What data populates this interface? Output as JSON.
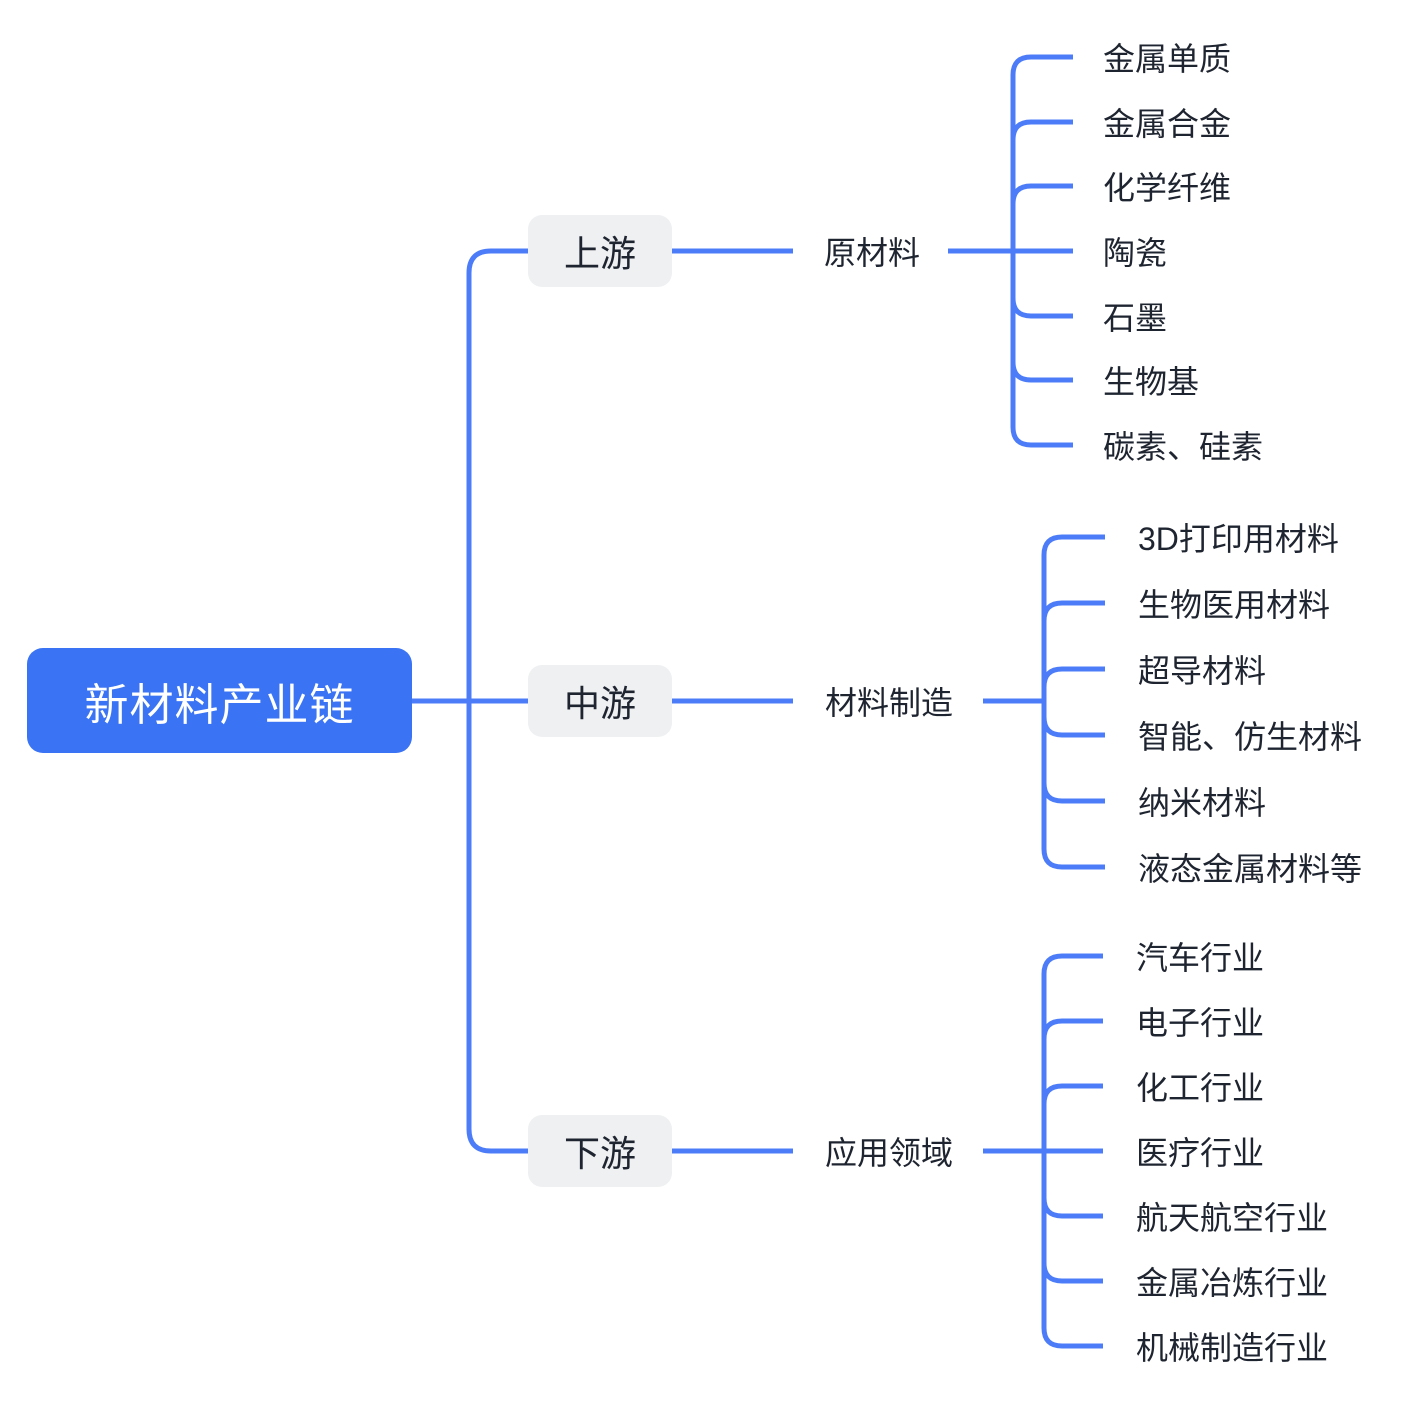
{
  "mindmap": {
    "root": "新材料产业链",
    "branches": [
      {
        "node": "上游",
        "category": "原材料",
        "leaves": [
          "金属单质",
          "金属合金",
          "化学纤维",
          "陶瓷",
          "石墨",
          "生物基",
          "碳素、硅素"
        ]
      },
      {
        "node": "中游",
        "category": "材料制造",
        "leaves": [
          "3D打印用材料",
          "生物医用材料",
          "超导材料",
          "智能、仿生材料",
          "纳米材料",
          "液态金属材料等"
        ]
      },
      {
        "node": "下游",
        "category": "应用领域",
        "leaves": [
          "汽车行业",
          "电子行业",
          "化工行业",
          "医疗行业",
          "航天航空行业",
          "金属冶炼行业",
          "机械制造行业"
        ]
      }
    ]
  },
  "colors": {
    "root_bg": "#3A73F4",
    "root_text": "#FFFFFF",
    "branch_bg": "#EFF0F2",
    "text_dark": "#1F2530",
    "connector": "#4C7CF7",
    "canvas_bg": "#FFFFFF"
  }
}
